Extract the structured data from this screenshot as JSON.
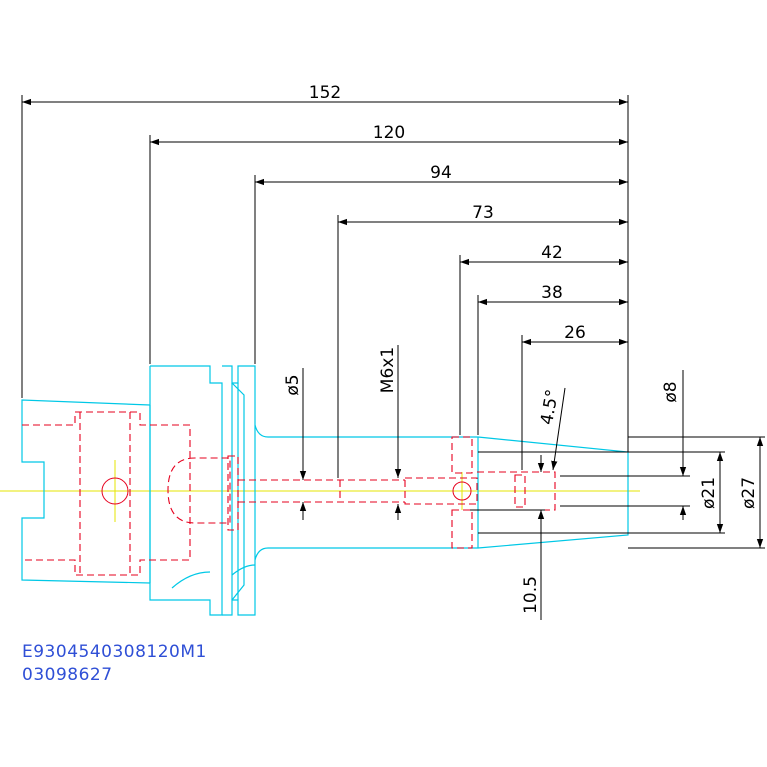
{
  "dimensions": {
    "overall_length": "152",
    "dim_120": "120",
    "dim_94": "94",
    "dim_73": "73",
    "dim_42": "42",
    "dim_38": "38",
    "dim_26": "26",
    "dia_5": "ø5",
    "thread": "M6x1",
    "angle": "4.5°",
    "dia_8": "ø8",
    "dia_21": "ø21",
    "dia_27": "ø27",
    "dim_10_5": "10.5"
  },
  "part_code": {
    "line1": "E9304540308120M1",
    "line2": "03098627"
  },
  "colors": {
    "body_outline": "#00c8e6",
    "hidden_lines": "#e6001e",
    "center_line": "#e6e600",
    "dimension": "#000000",
    "text": "#2f4fd6"
  }
}
